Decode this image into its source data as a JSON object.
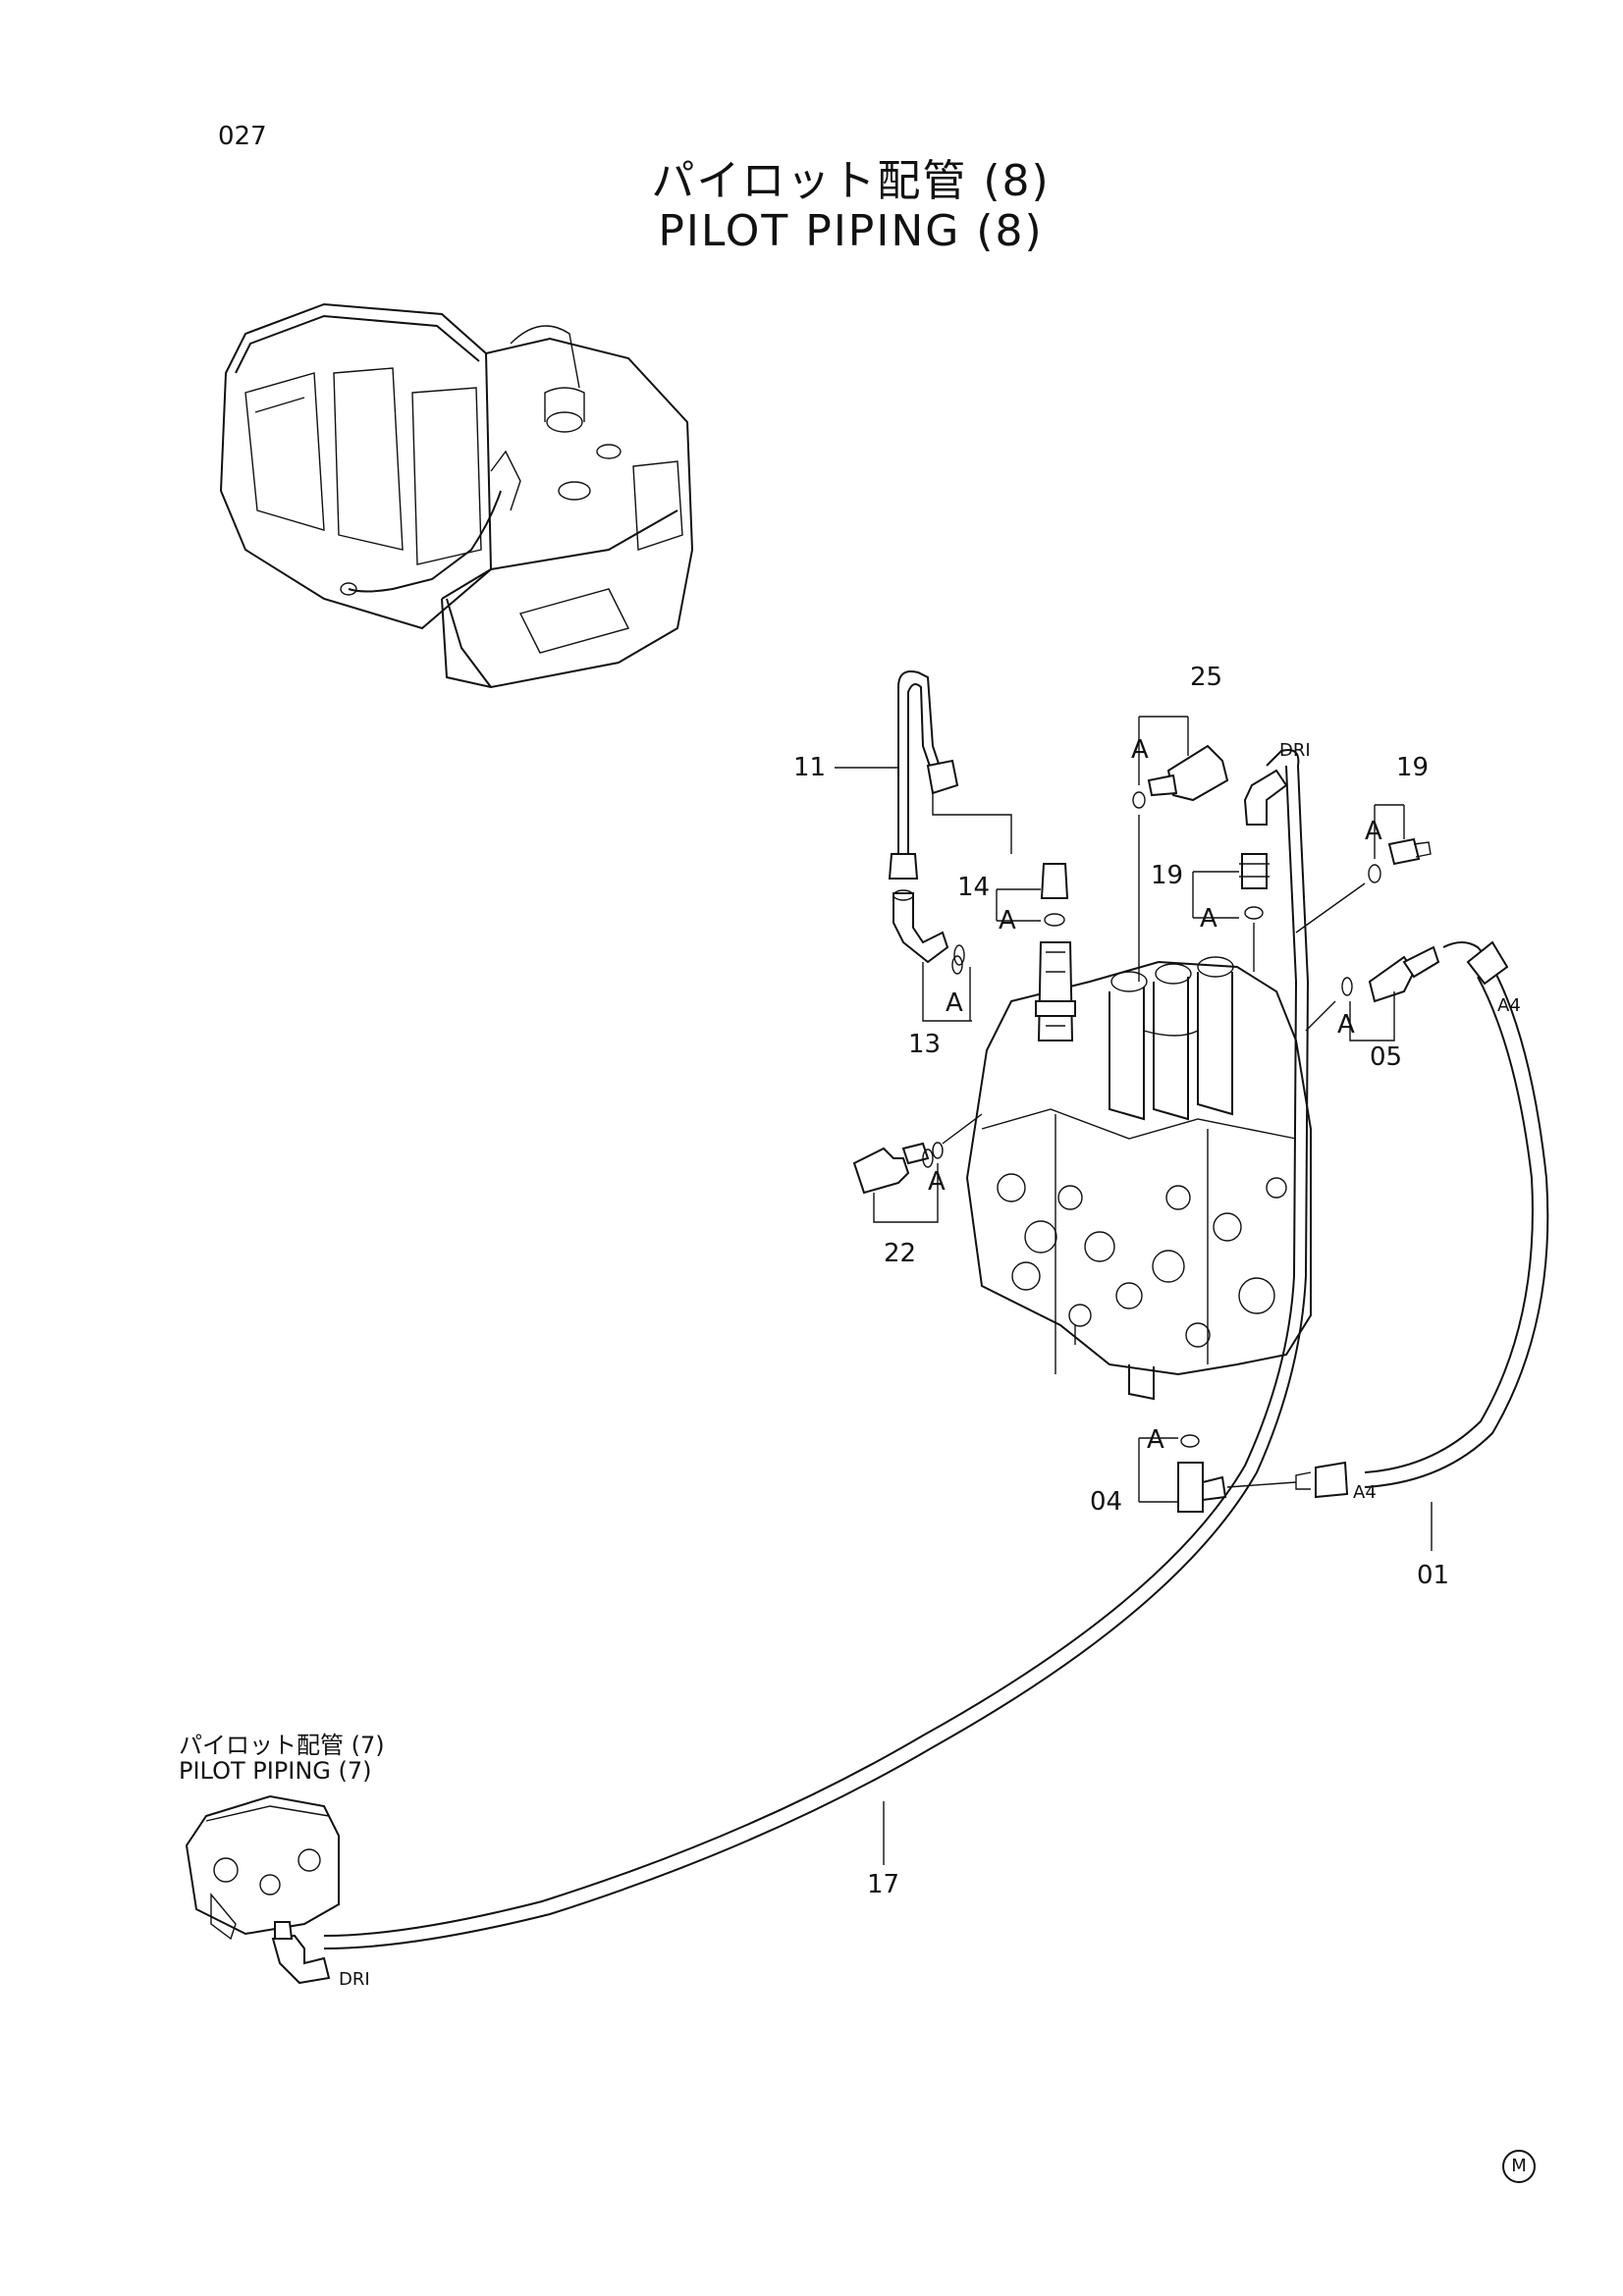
{
  "page": {
    "number": "027",
    "mark": "M"
  },
  "title": {
    "jp": "パイロット配管 (8)",
    "en": "PILOT PIPING (8)"
  },
  "reference": {
    "jp": "パイロット配管 (7)",
    "en": "PILOT PIPING (7)"
  },
  "port_labels": {
    "drain": "DRI",
    "a4": "A4",
    "a": "A"
  },
  "callouts": [
    "25",
    "11",
    "19",
    "14",
    "19",
    "13",
    "05",
    "22",
    "04",
    "01",
    "17"
  ]
}
